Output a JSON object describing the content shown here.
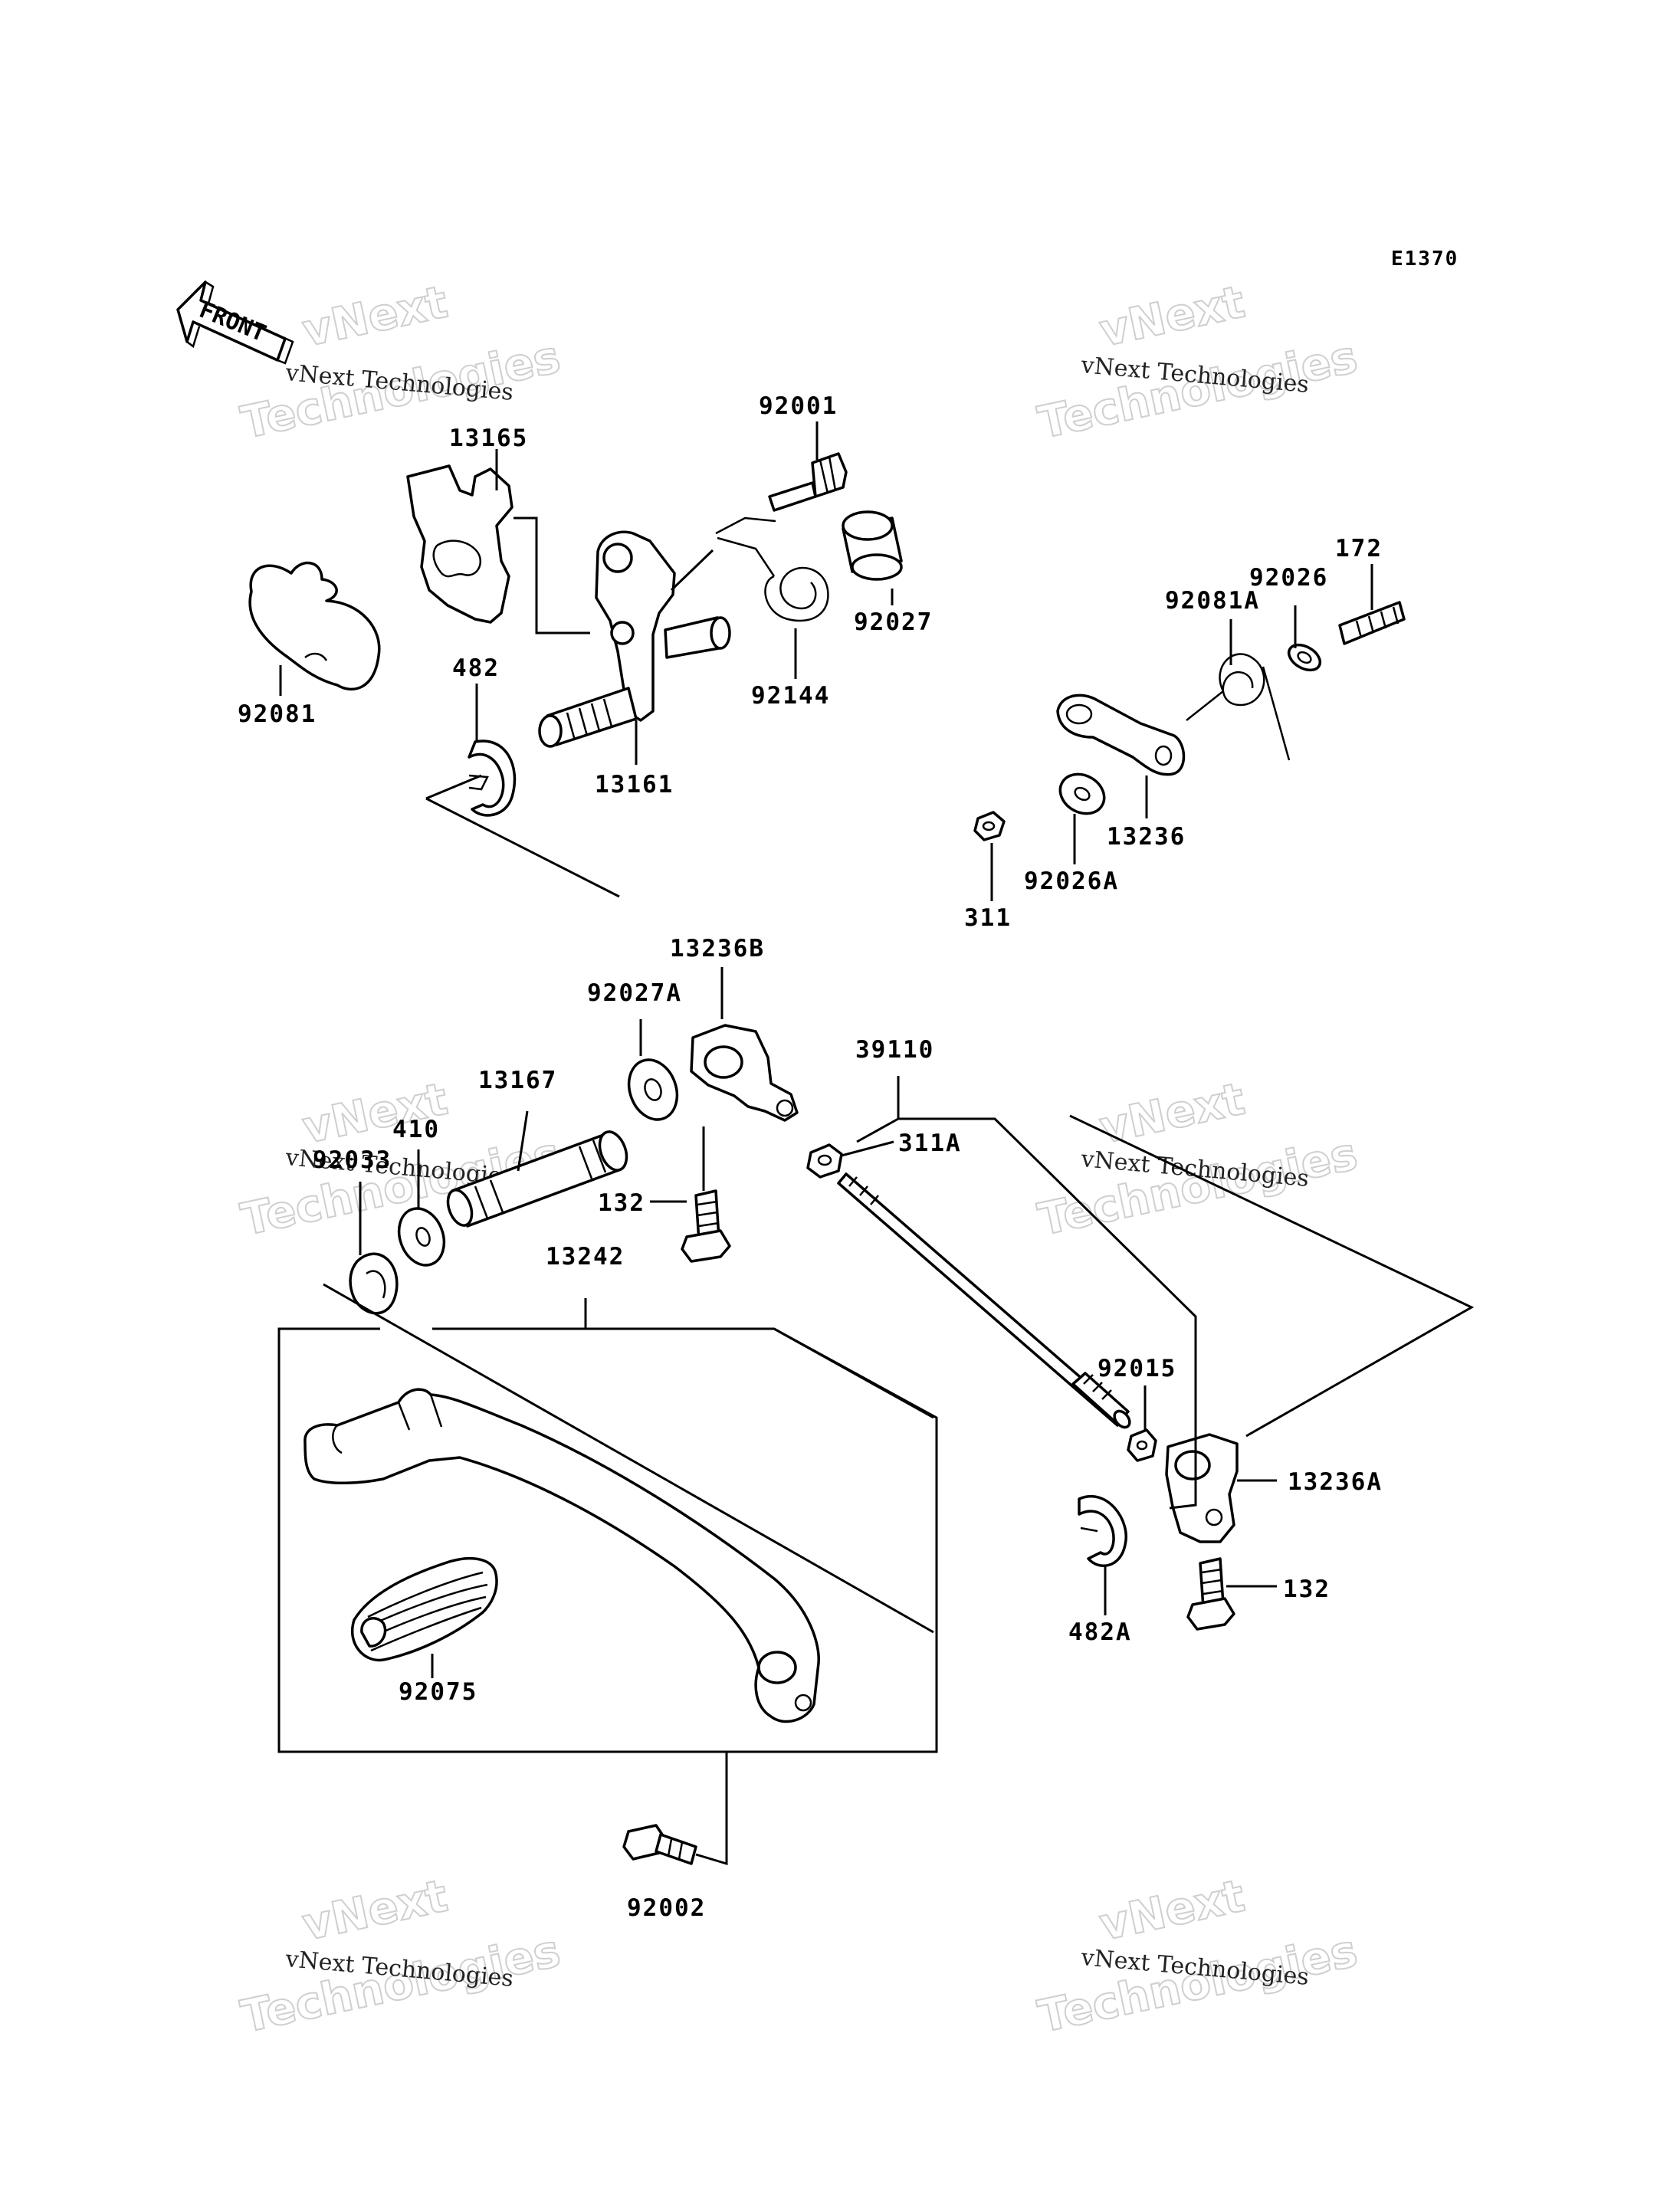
{
  "diagram_code": "E1370",
  "front_label": "FRONT",
  "watermark": {
    "small": "vNext Technologies",
    "big_top": "vNext",
    "big_bottom": "Technologies"
  },
  "parts": {
    "p13165": "13165",
    "p92001": "92001",
    "p92081": "92081",
    "p482": "482",
    "p13161": "13161",
    "p92144": "92144",
    "p92027": "92027",
    "p172": "172",
    "p92026": "92026",
    "p92081A": "92081A",
    "p13236": "13236",
    "p92026A": "92026A",
    "p311": "311",
    "p13236B": "13236B",
    "p92027A": "92027A",
    "p39110": "39110",
    "p13167": "13167",
    "p410": "410",
    "p92033": "92033",
    "p311A": "311A",
    "p132a": "132",
    "p13242": "13242",
    "p92015": "92015",
    "p13236A": "13236A",
    "p482A": "482A",
    "p132b": "132",
    "p92075": "92075",
    "p92002": "92002"
  }
}
